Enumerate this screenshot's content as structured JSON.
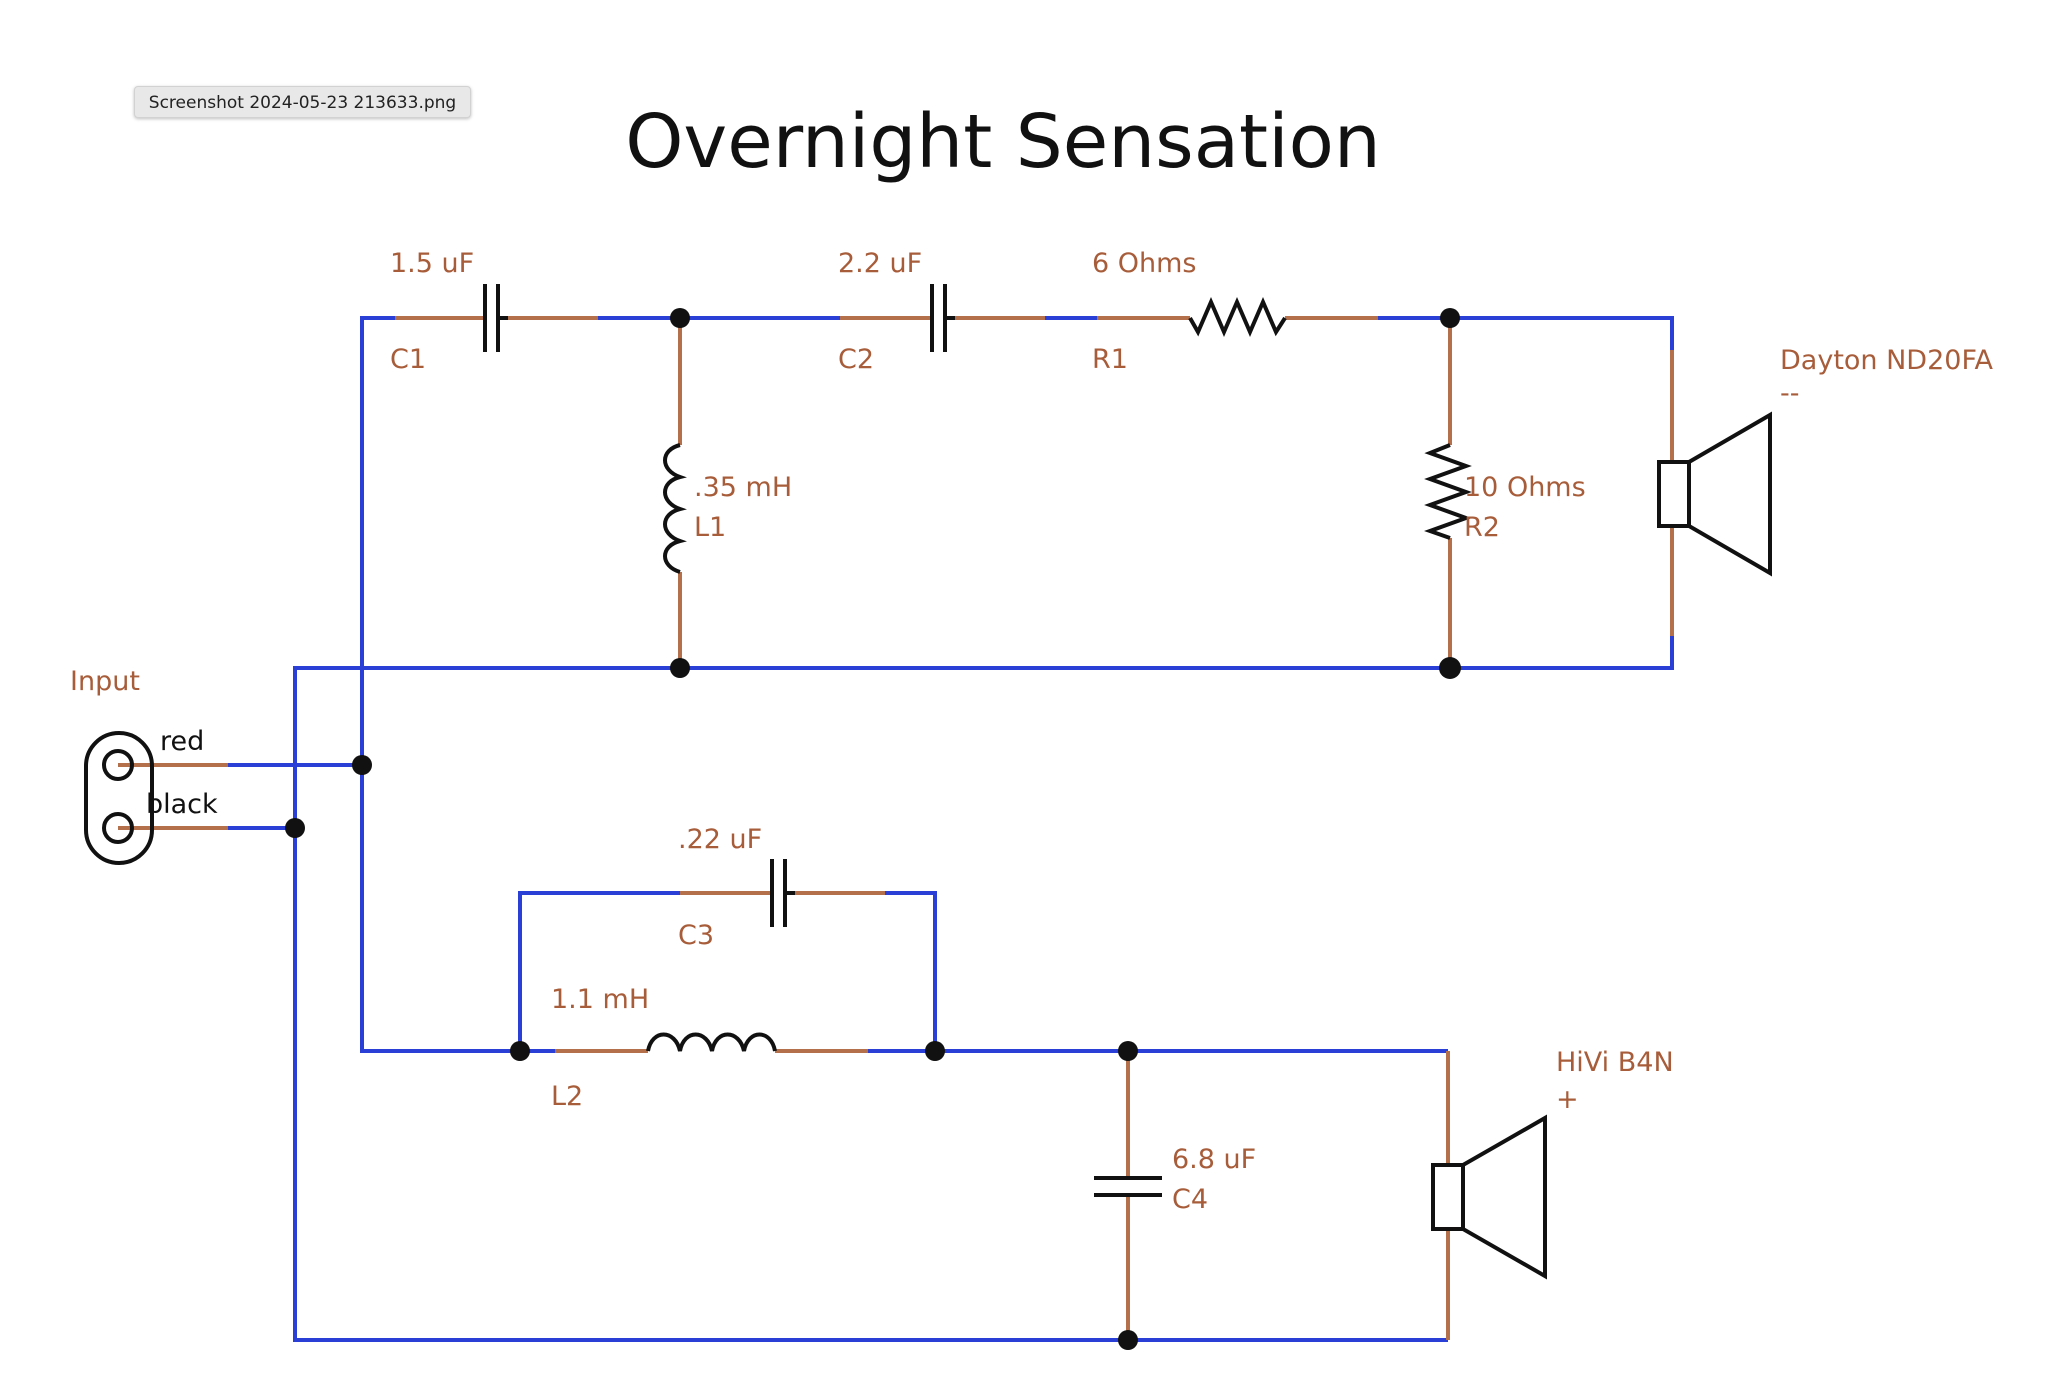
{
  "window": {
    "tooltip": "Screenshot 2024-05-23 213633.png"
  },
  "diagram": {
    "title": "Overnight Sensation",
    "colors": {
      "wire": "#2a3fd6",
      "lead": "#b3704a",
      "label": "#a85d3a",
      "symbol": "#111111"
    },
    "input": {
      "label": "Input",
      "terminal_pos": "red",
      "terminal_neg": "black"
    },
    "components": {
      "C1": {
        "ref": "C1",
        "value": "1.5 uF"
      },
      "C2": {
        "ref": "C2",
        "value": "2.2 uF"
      },
      "R1": {
        "ref": "R1",
        "value": "6 Ohms"
      },
      "L1": {
        "ref": "L1",
        "value": ".35 mH"
      },
      "R2": {
        "ref": "R2",
        "value": "10 Ohms"
      },
      "C3": {
        "ref": "C3",
        "value": ".22 uF"
      },
      "L2": {
        "ref": "L2",
        "value": "1.1 mH"
      },
      "C4": {
        "ref": "C4",
        "value": "6.8 uF"
      }
    },
    "speakers": {
      "tweeter": {
        "name": "Dayton ND20FA",
        "polarity": "--"
      },
      "woofer": {
        "name": "HiVi B4N",
        "polarity": "+"
      }
    }
  }
}
